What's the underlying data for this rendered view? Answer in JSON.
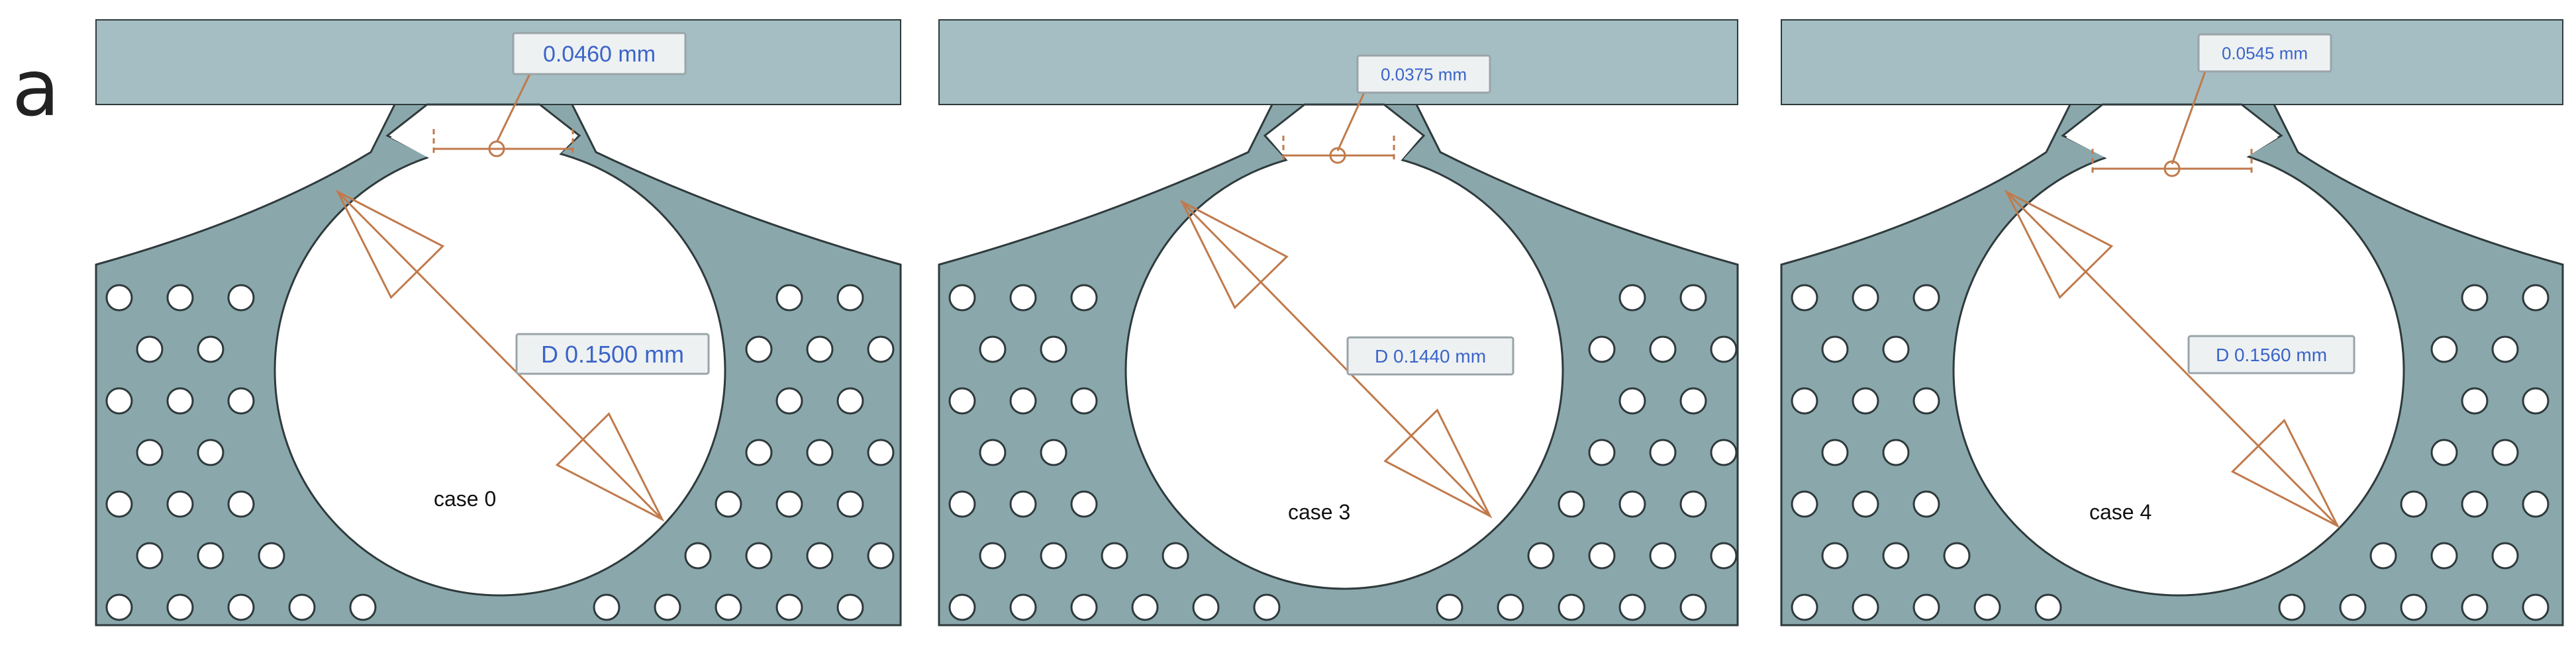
{
  "figure_label": "a",
  "colors": {
    "substrate": "#8aa8ac",
    "plate": "#a4bec3",
    "outline": "#2f3a3c",
    "annotation": "#c07a4c",
    "dimension_text": "#3a64c8",
    "label_box": "#eef1f2"
  },
  "panels": [
    {
      "case_label": "case 0",
      "gap_label": "0.0460 mm",
      "diameter_label": "D 0.1500 mm"
    },
    {
      "case_label": "case 3",
      "gap_label": "0.0375 mm",
      "diameter_label": "D 0.1440 mm"
    },
    {
      "case_label": "case 4",
      "gap_label": "0.0545 mm",
      "diameter_label": "D 0.1560 mm"
    }
  ]
}
